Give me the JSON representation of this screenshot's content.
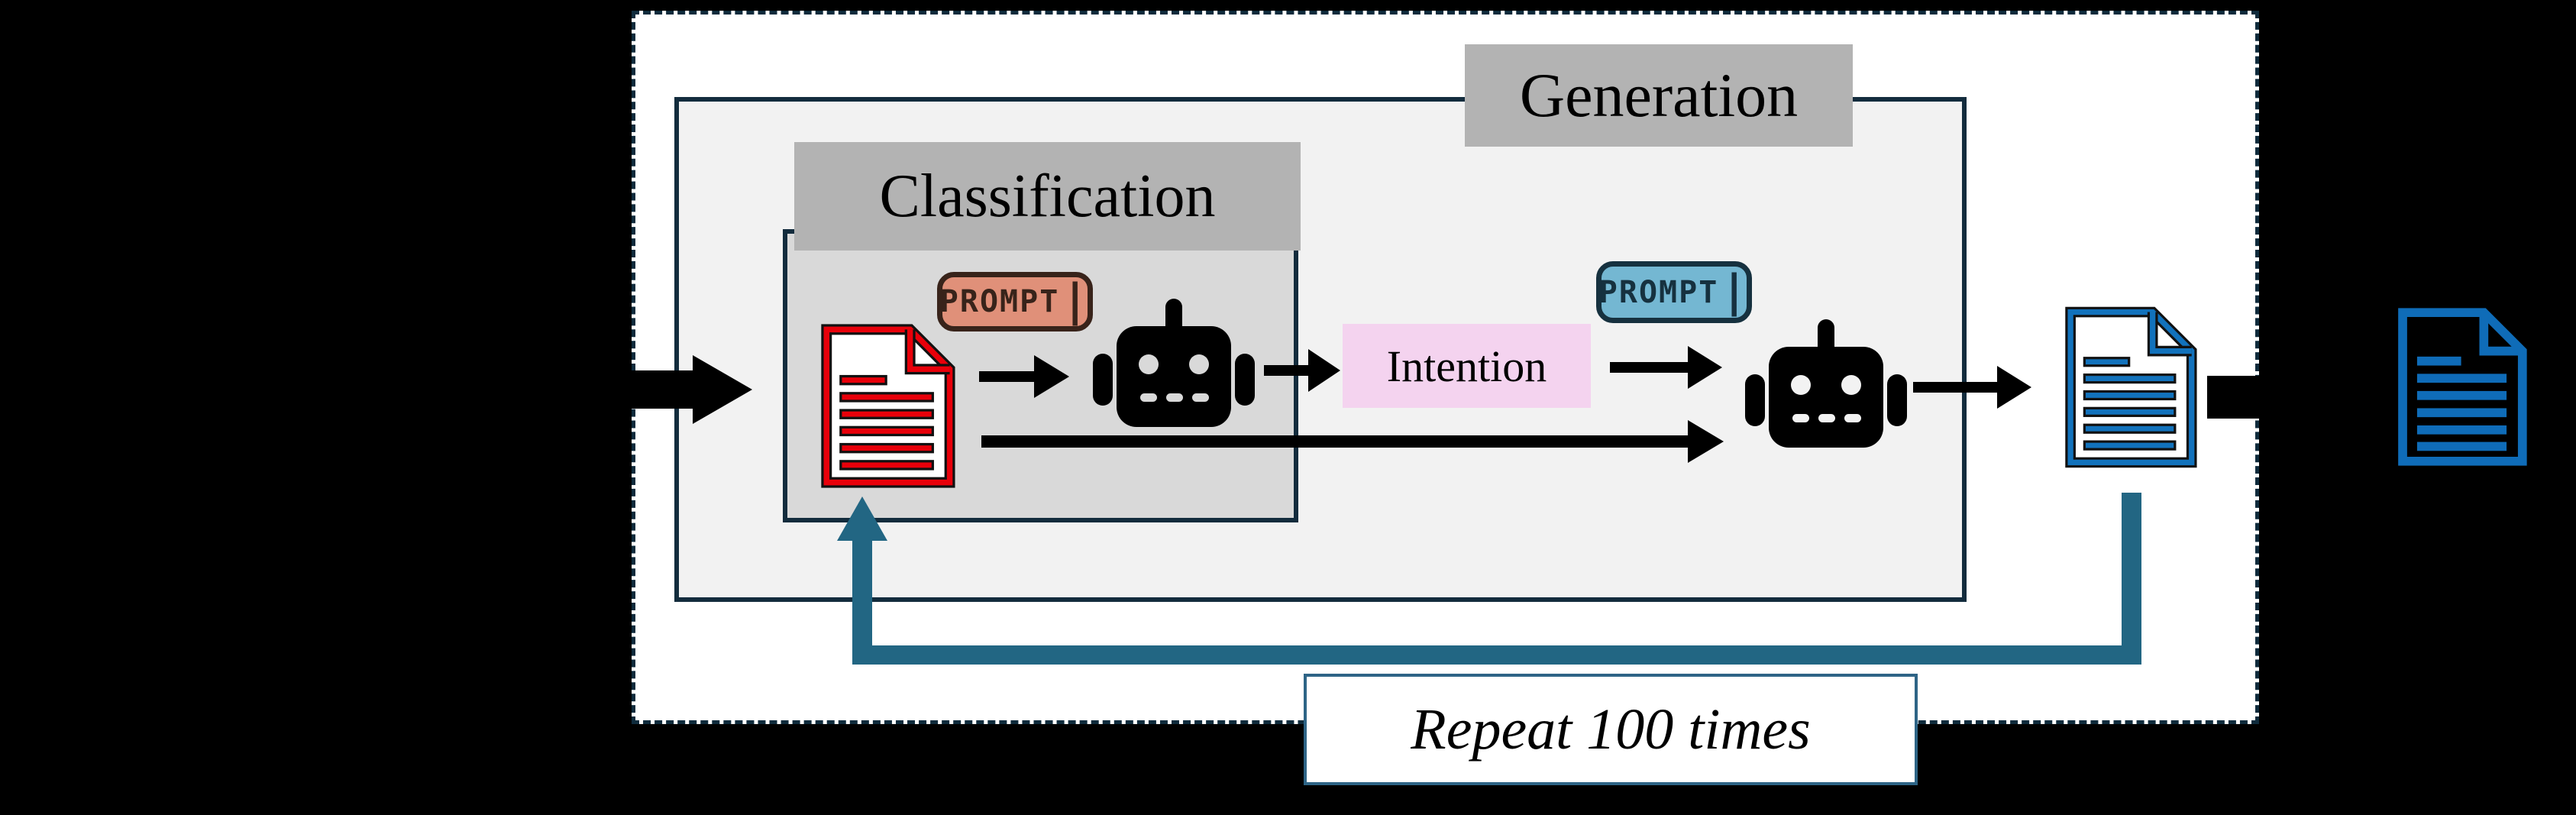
{
  "figure": {
    "background": "#000000",
    "outer_frame": {
      "fill": "#ffffff",
      "border_color": "#0f2b3c",
      "border_style": "dashed"
    },
    "generation": {
      "label": "Generation",
      "label_bg": "#b3b3b3",
      "label_color": "#000000",
      "box_fill": "#f2f2f2",
      "box_border": "#132c3d"
    },
    "classification": {
      "label": "Classification",
      "label_bg": "#b3b3b3",
      "label_color": "#000000",
      "box_fill": "#d9d9d9",
      "box_border": "#132c3d"
    },
    "prompts": {
      "classification": {
        "text": "PROMPT",
        "cursor": "|",
        "fill": "#e09079",
        "accent": "#38231a"
      },
      "generation": {
        "text": "PROMPT",
        "cursor": "|",
        "fill": "#74b7d2",
        "accent": "#16313f"
      }
    },
    "intention": {
      "label": "Intention",
      "fill": "#f4d3ef",
      "color": "#000000"
    },
    "icons": {
      "input_document": {
        "name": "input-document-icon",
        "color": "#e8000a"
      },
      "classification_llm": {
        "name": "robot-icon",
        "color": "#000000"
      },
      "generation_llm": {
        "name": "robot-icon",
        "color": "#000000"
      },
      "generated_document": {
        "name": "generated-document-icon",
        "color": "#1272bc"
      },
      "final_document": {
        "name": "final-document-icon",
        "color": "#0f6cb8"
      }
    },
    "loop": {
      "label": "Repeat 100 times",
      "arrow_color": "#226683",
      "box_fill": "#ffffff",
      "box_border": "#2e6486",
      "label_color": "#000000"
    },
    "arrows": {
      "color": "#000000"
    }
  }
}
